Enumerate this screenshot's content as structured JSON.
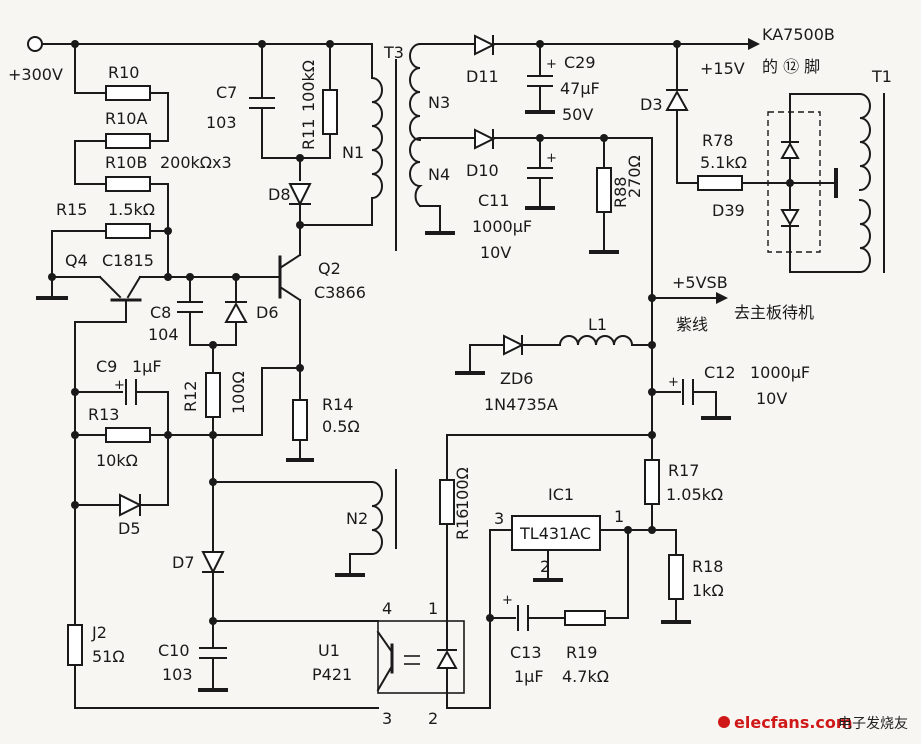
{
  "supply": {
    "hv": "+300V",
    "v15": "+15V",
    "vsb": "+5VSB",
    "pin12_note": "KA7500B\n的 ⑫ 脚",
    "to_board": "去主板待机",
    "wire_color": "紫线"
  },
  "components": {
    "R10": "R10",
    "R10A": "R10A",
    "R10B": "R10B",
    "R10_value": "200kΩx3",
    "R15": "R15",
    "R15_value": "1.5kΩ",
    "Q4": "Q4",
    "Q4_type": "C1815",
    "Q2": "Q2",
    "Q2_type": "C3866",
    "C7": "C7",
    "C7_value": "103",
    "R11": "R11",
    "R11_value": "100kΩ",
    "T3": "T3",
    "N1": "N1",
    "N2": "N2",
    "N3": "N3",
    "N4": "N4",
    "T1": "T1",
    "D8": "D8",
    "C8": "C8",
    "C8_value": "104",
    "D6": "D6",
    "C9": "C9",
    "C9_value": "1μF",
    "R13": "R13",
    "R13_value": "10kΩ",
    "R12": "R12",
    "R12_value": "100Ω",
    "R14": "R14",
    "R14_value": "0.5Ω",
    "D5": "D5",
    "D7": "D7",
    "J2": "J2",
    "J2_value": "51Ω",
    "C10": "C10",
    "C10_value": "103",
    "U1": "U1",
    "U1_type": "P421",
    "D11": "D11",
    "D10": "D10",
    "C29": "C29",
    "C29_value": "47μF",
    "C29_voltage": "50V",
    "C11": "C11",
    "C11_value": "1000μF",
    "C11_voltage": "10V",
    "R88": "R88",
    "R88_value": "270Ω",
    "D3": "D3",
    "R78": "R78",
    "R78_value": "5.1kΩ",
    "D39": "D39",
    "L1": "L1",
    "ZD6": "ZD6",
    "ZD6_type": "1N4735A",
    "C12": "C12",
    "C12_value": "1000μF",
    "C12_voltage": "10V",
    "R16": "R16",
    "R16_value": "100Ω",
    "IC1": "IC1",
    "IC1_type": "TL431AC",
    "R17": "R17",
    "R17_value": "1.05kΩ",
    "R18": "R18",
    "R18_value": "1kΩ",
    "C13": "C13",
    "C13_value": "1μF",
    "R19": "R19",
    "R19_value": "4.7kΩ"
  },
  "pins": {
    "ic1_p1": "1",
    "ic1_p2": "2",
    "ic1_p3": "3",
    "u1_p1": "1",
    "u1_p2": "2",
    "u1_p3": "3",
    "u1_p4": "4"
  },
  "watermark": {
    "site": "elecfans.com",
    "cn": "电子发烧友"
  }
}
